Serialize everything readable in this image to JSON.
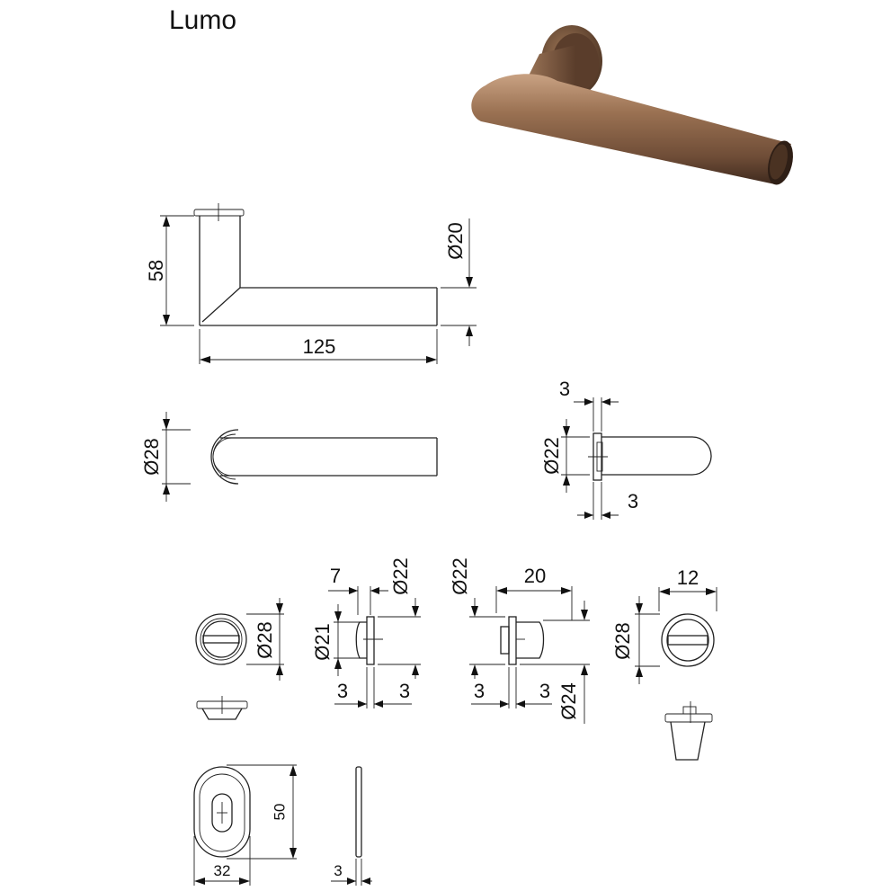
{
  "title": "Lumo",
  "drawing_labels": {
    "side_height": "58",
    "side_diameter": "Ø20",
    "side_length": "125",
    "top_diameter": "Ø28",
    "front_thickness": "3",
    "front_diameter": "Ø22",
    "front_gap": "3",
    "thumb_offset": "7",
    "thumb_diameter_top": "Ø22",
    "thumb_rose": "Ø28",
    "thumb_inner": "Ø21",
    "thumb_left_gap": "3",
    "thumb_right_gap": "3",
    "release_diameter_top": "Ø22",
    "release_width": "20",
    "release_left_gap": "3",
    "release_right_gap": "3",
    "release_diameter_bottom": "Ø24",
    "release_slot": "12",
    "release_rose": "Ø28",
    "escutcheon_height": "50",
    "escutcheon_width": "32",
    "escutcheon_thickness": "3"
  },
  "colors": {
    "product_bronze": "#8a6448",
    "product_highlight": "#c19a77",
    "product_shadow": "#3f2a1e",
    "line": "#222222"
  }
}
